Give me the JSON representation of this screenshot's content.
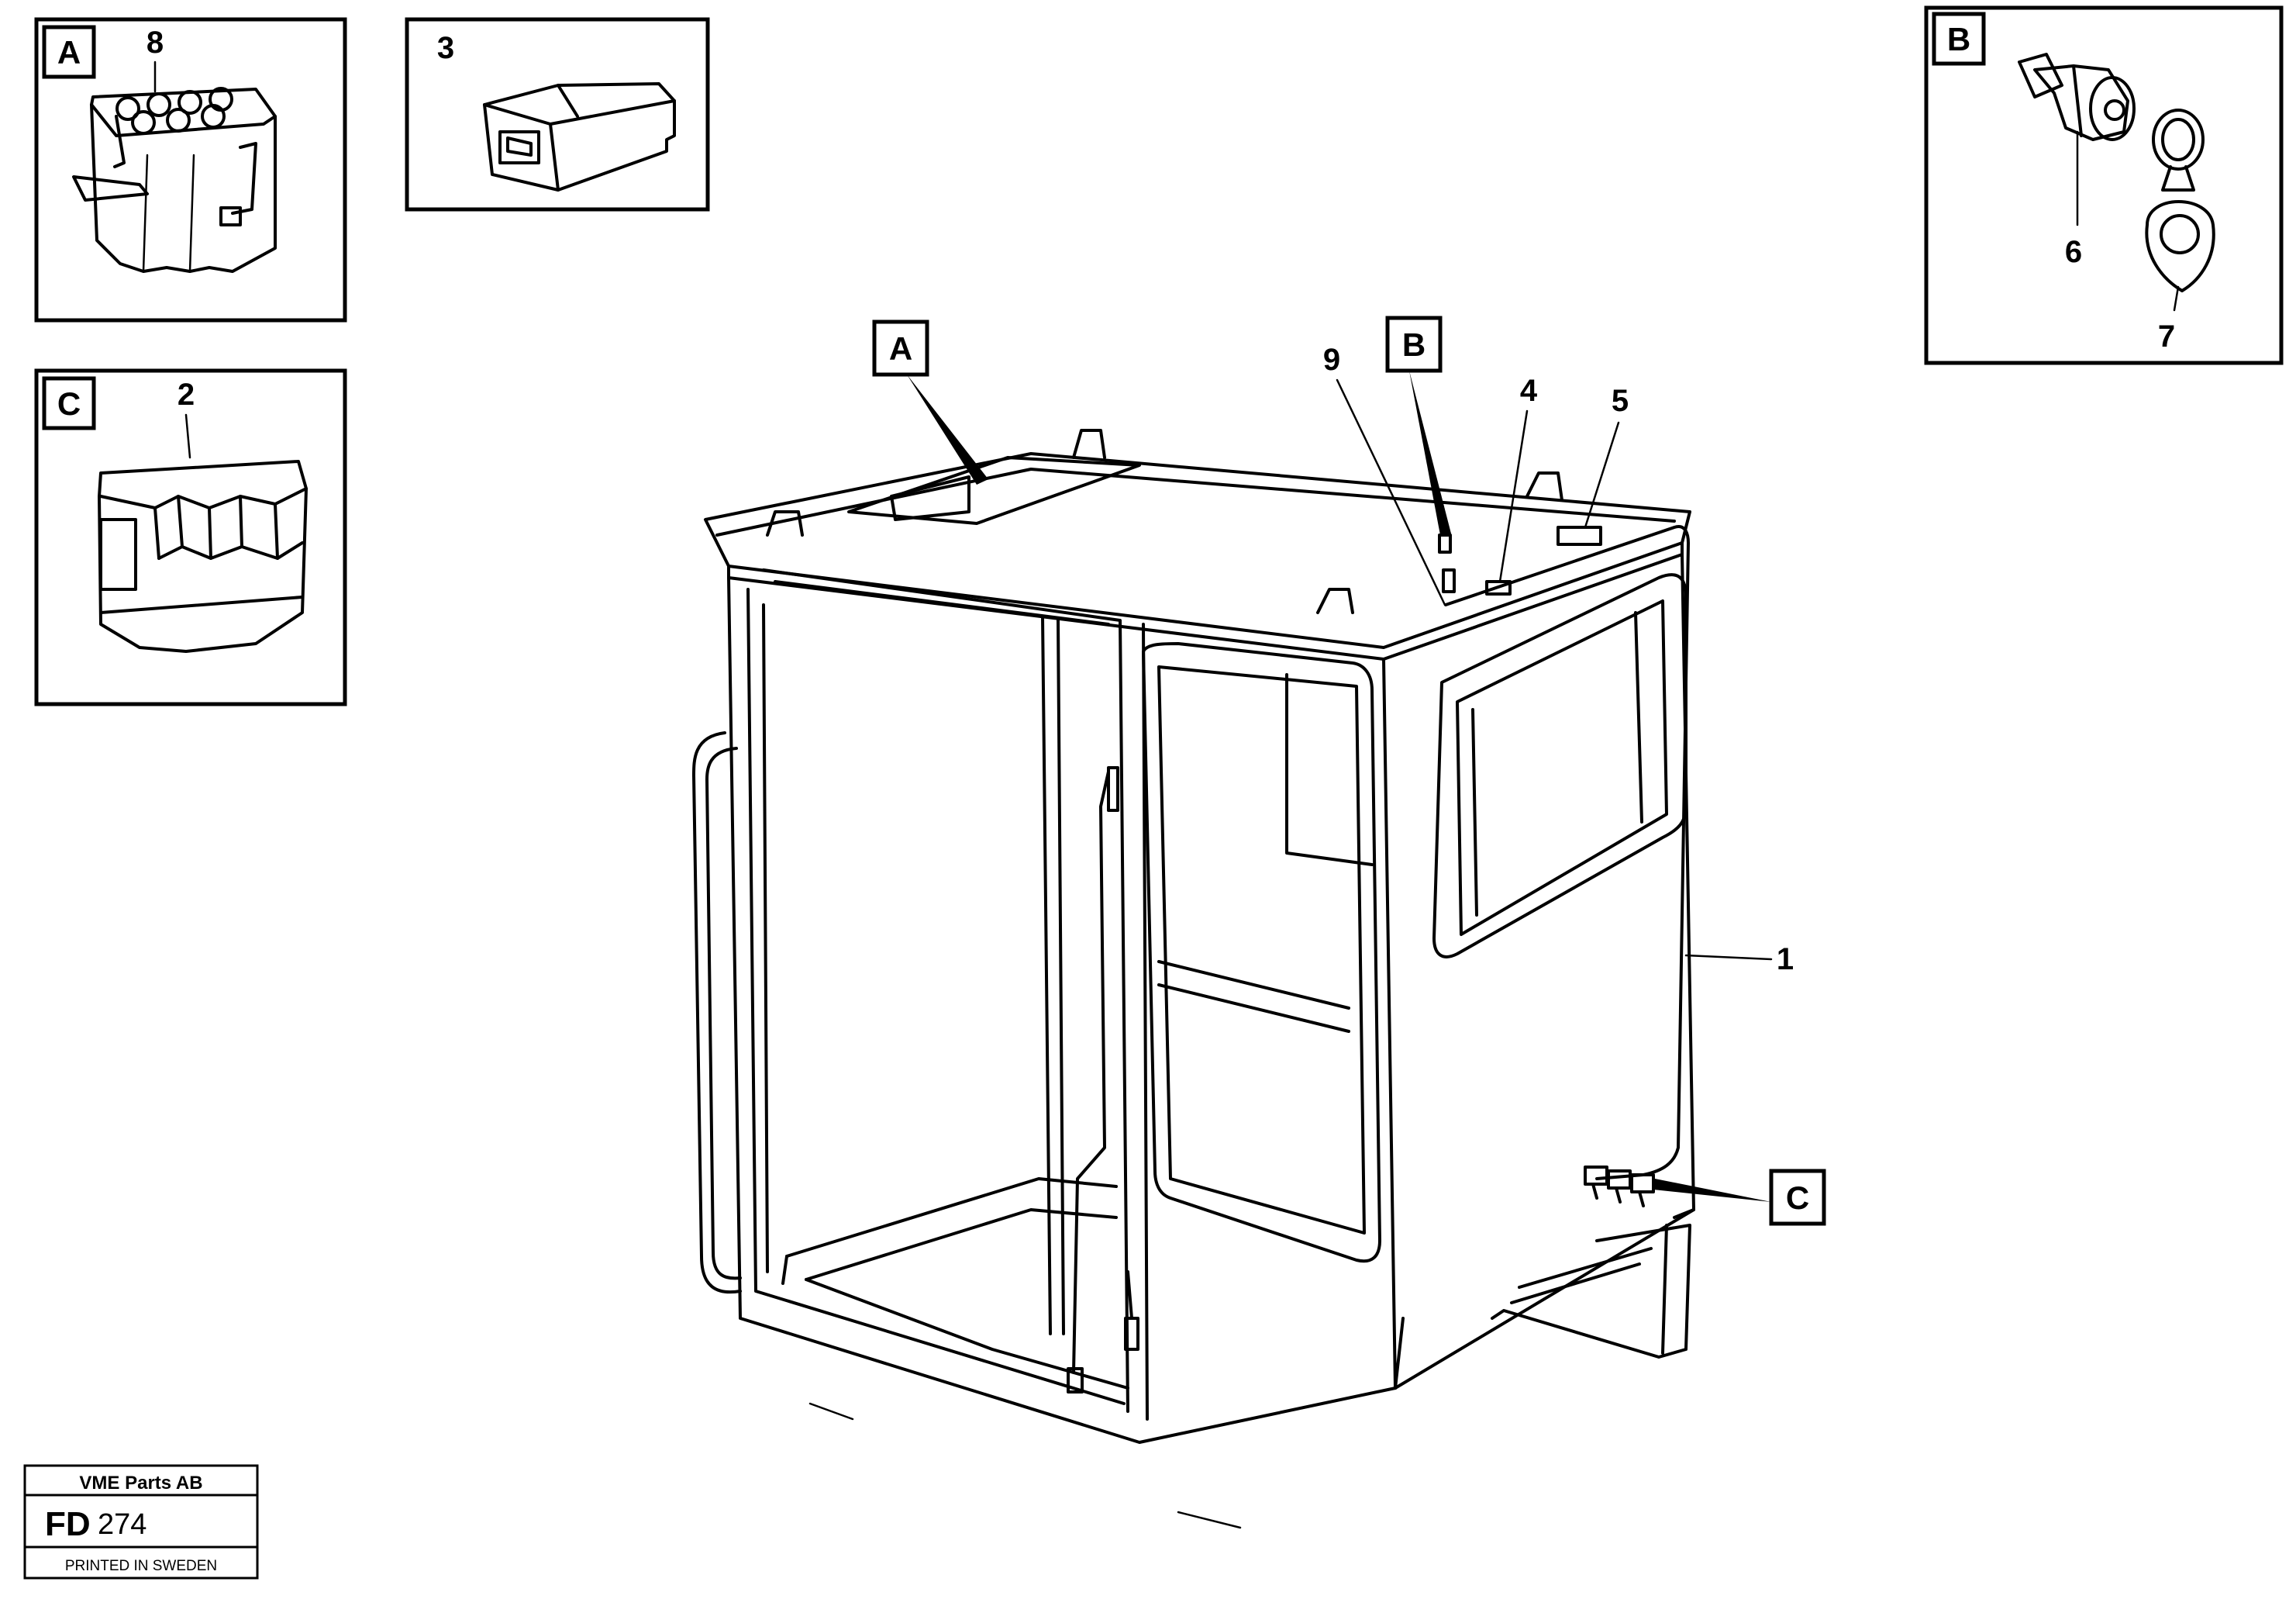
{
  "detail_boxes": {
    "A": {
      "tag": "A",
      "part": "8"
    },
    "three": {
      "part": "3"
    },
    "C": {
      "tag": "C",
      "part": "2"
    },
    "B": {
      "tag": "B",
      "part_socket": "6",
      "part_cap": "7"
    }
  },
  "callouts": {
    "A": "A",
    "B": "B",
    "C": "C",
    "p9": "9",
    "p4": "4",
    "p5": "5",
    "p1": "1"
  },
  "title_block": {
    "company": "VME Parts AB",
    "code_prefix": "FD",
    "code_number": "274",
    "printed": "PRINTED IN SWEDEN"
  },
  "colors": {
    "ink": "#000000",
    "paper": "#ffffff"
  }
}
